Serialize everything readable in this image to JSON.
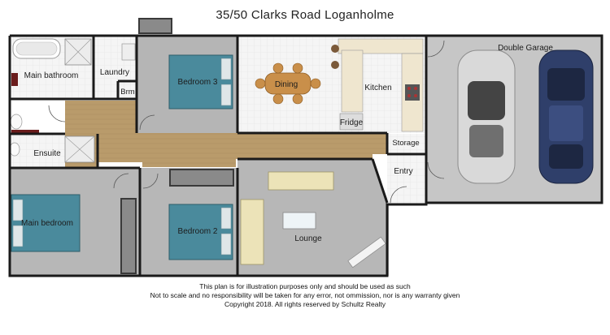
{
  "title": "35/50 Clarks Road Loganholme",
  "rooms": {
    "main_bathroom": "Main bathroom",
    "laundry": "Laundry",
    "brm": "Brm",
    "bedroom3": "Bedroom 3",
    "dining": "Dining",
    "kitchen": "Kitchen",
    "fridge": "Fridge",
    "double_garage": "Double Garage",
    "ensuite": "Ensuite",
    "storage": "Storage",
    "entry": "Entry",
    "main_bedroom": "Main bedroom",
    "bedroom2": "Bedroom 2",
    "lounge": "Lounge"
  },
  "disclaimer": {
    "line1": "This plan is for illustration purposes only and should be used as such",
    "line2": "Not to scale and no responsibility will be taken for any error, not ommission, nor is any warranty given",
    "line3": "Copyright 2018.  All rights reserved by Schultz Realty"
  },
  "colors": {
    "hallway": "#b99b6b",
    "carpet": "#b7b7b7",
    "tile": "#f3f3f3",
    "garage_floor": "#c8c8c8",
    "wall": "#1a1a1a",
    "bed": "#4a8a9c",
    "car_silver": "#d9d9d9",
    "car_blue": "#2f3f6a",
    "sofa": "#ece3b8",
    "dining_table": "#c98f4a"
  }
}
